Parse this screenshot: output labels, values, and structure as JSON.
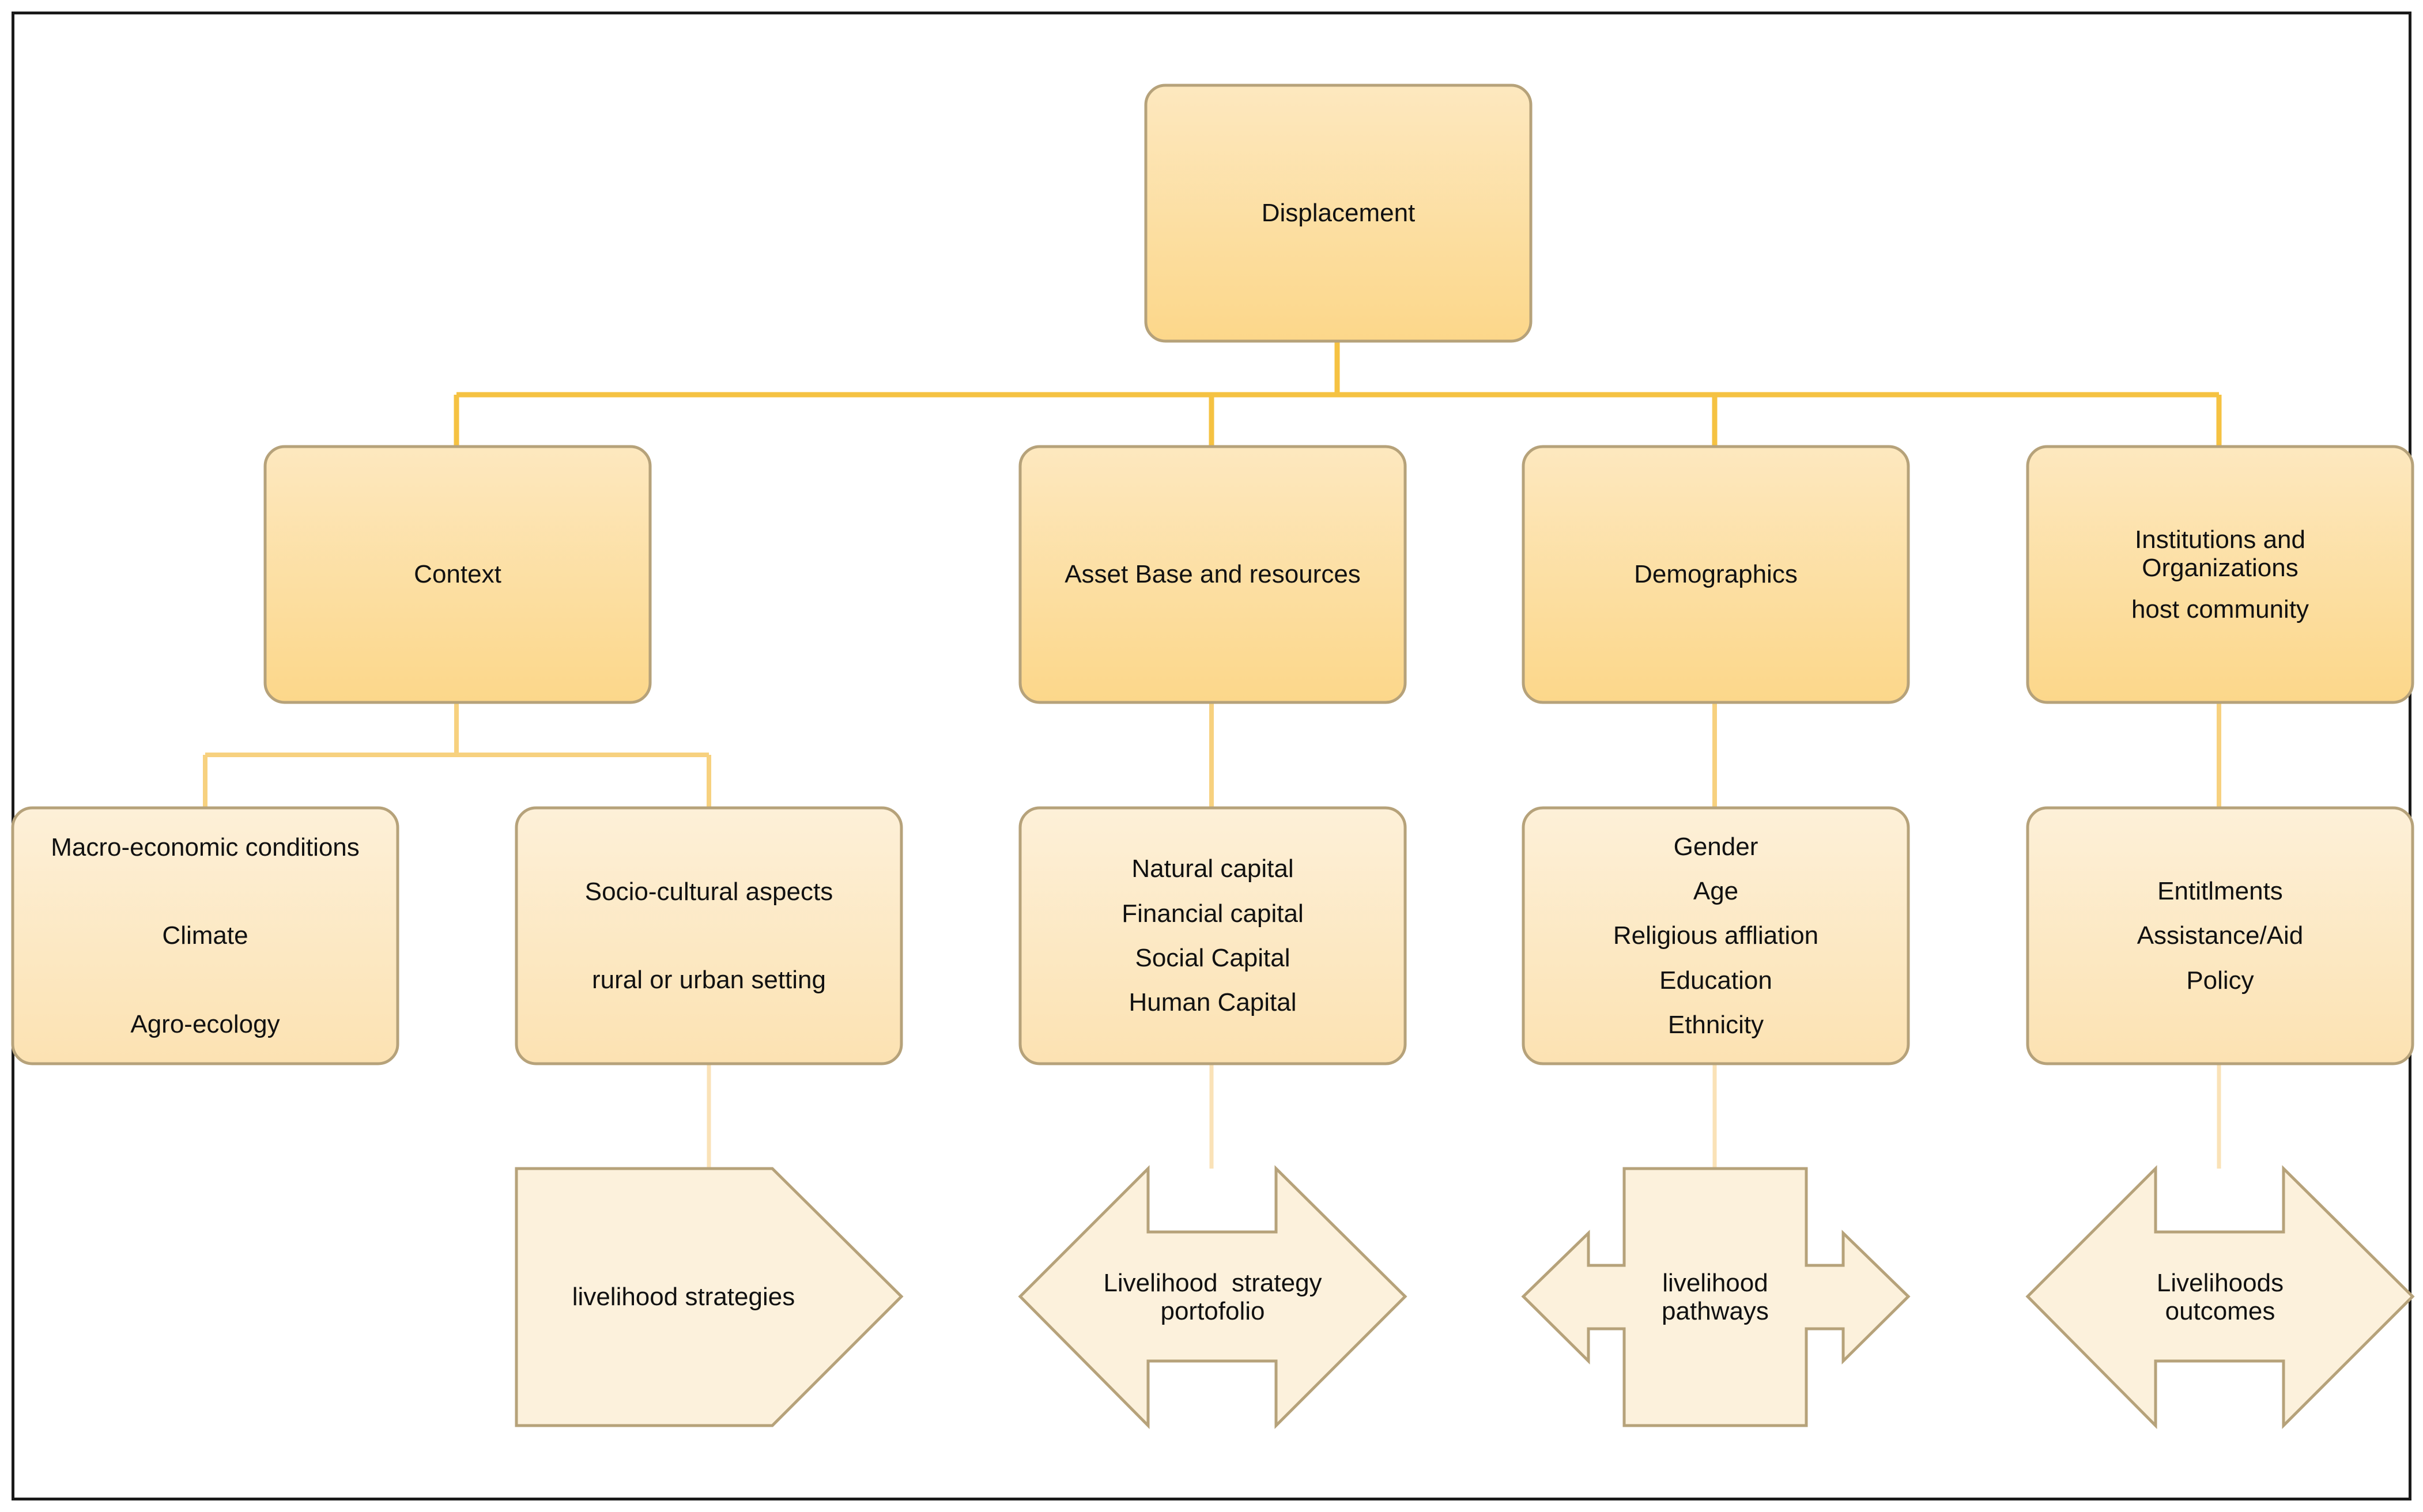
{
  "colors": {
    "connector_top": "#f5c242",
    "connector_sub": "#f7d17f",
    "connector_bottom": "#fae2b7",
    "box_top_gradient": [
      "#fde8bf",
      "#fcd78a"
    ],
    "box_sub_gradient": [
      "#fdf0d8",
      "#fce2b2"
    ],
    "arrow_fill": "#fcf1dc",
    "box_stroke": "#b6a27a",
    "frame": "#1a1a1a"
  },
  "root": {
    "label": "Displacement"
  },
  "categories": [
    {
      "label": "Context"
    },
    {
      "label": "Asset Base and resources"
    },
    {
      "label": "Demographics"
    },
    {
      "line1": "Institutions and",
      "line2": "Organizations",
      "line3": "host community"
    }
  ],
  "details": {
    "macro": [
      "Macro-economic conditions",
      "Climate",
      "Agro-ecology"
    ],
    "socio": [
      "Socio-cultural aspects",
      "rural or urban setting"
    ],
    "assets": [
      "Natural capital",
      "Financial capital",
      "Social Capital",
      "Human Capital"
    ],
    "demo": [
      "Gender",
      "Age",
      "Religious affliation",
      "Education",
      "Ethnicity"
    ],
    "inst": [
      "Entitlments",
      "Assistance/Aid",
      "Policy"
    ]
  },
  "outcomes": {
    "strategies": "livelihood strategies",
    "portfolio": [
      "Livelihood  strategy",
      "portofolio"
    ],
    "pathways": [
      "livelihood",
      "pathways"
    ],
    "outcomes": [
      "Livelihoods",
      "outcomes"
    ]
  }
}
